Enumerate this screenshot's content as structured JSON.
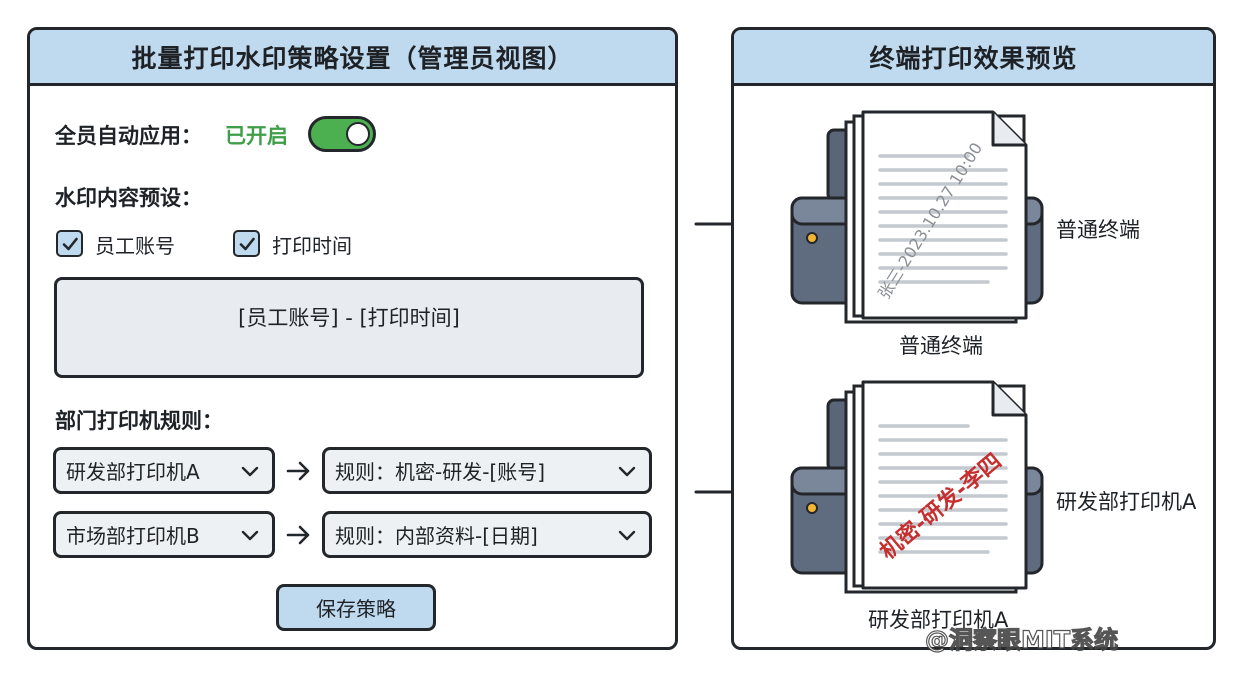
{
  "policy_panel": {
    "title": "批量打印水印策略设置（管理员视图）",
    "auto_apply_label": "全员自动应用：",
    "auto_apply_status": "已开启",
    "auto_apply_on": true,
    "content_preset_label": "水印内容预设：",
    "options": [
      {
        "label": "员工账号",
        "checked": true
      },
      {
        "label": "打印时间",
        "checked": true
      }
    ],
    "template_text": "[员工账号] - [打印时间]",
    "dept_rules_label": "部门打印机规则：",
    "rules": [
      {
        "printer": "研发部打印机A",
        "rule": "规则：机密-研发-[账号]"
      },
      {
        "printer": "市场部打印机B",
        "rule": "规则：内部资料-[日期]"
      }
    ],
    "save_label": "保存策略"
  },
  "preview_panel": {
    "title": "终端打印效果预览",
    "previews": [
      {
        "side_label": "普通终端",
        "caption": "普通终端",
        "watermark": "张三-2023.10.27 10:00"
      },
      {
        "side_label": "研发部打印机A",
        "caption": "研发部打印机A",
        "watermark": "机密-研发-李四"
      }
    ]
  },
  "footer_watermark": "@洞察眼MIT系统",
  "colors": {
    "header": "#bfd9ef",
    "toggle_on": "#4caf50",
    "status_green": "#3f9e48",
    "red_watermark": "#c62f2f",
    "outline": "#23272b"
  },
  "icons": {
    "arrow": "right-arrow-icon",
    "chevron": "chevron-down-icon",
    "check": "check-icon",
    "printer": "printer-icon",
    "document": "document-icon"
  }
}
